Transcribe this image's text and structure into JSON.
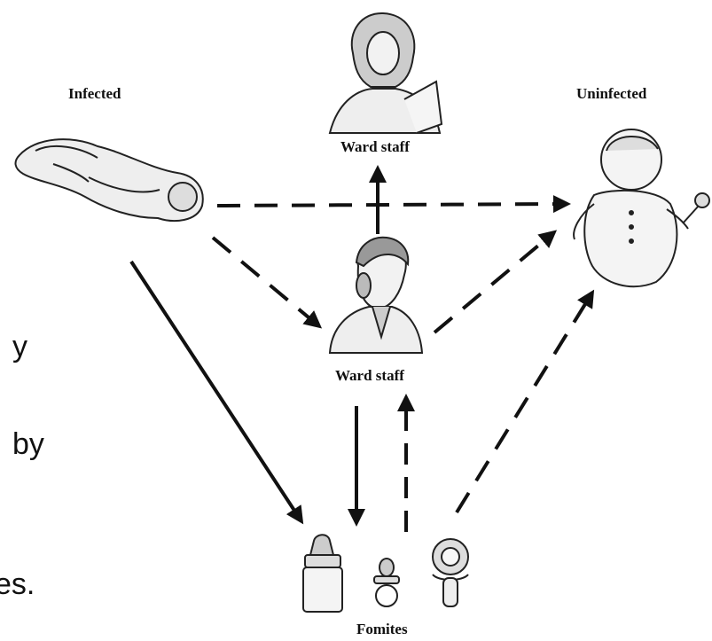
{
  "labels": {
    "infected": "Infected",
    "uninfected": "Uninfected",
    "ward_staff_top": "Ward staff",
    "ward_staff_center": "Ward staff",
    "fomites": "Fomites"
  },
  "clipped_text": {
    "line1": "y",
    "line2": "by",
    "line3": "es."
  },
  "colors": {
    "ink": "#111111",
    "background": "#ffffff"
  }
}
